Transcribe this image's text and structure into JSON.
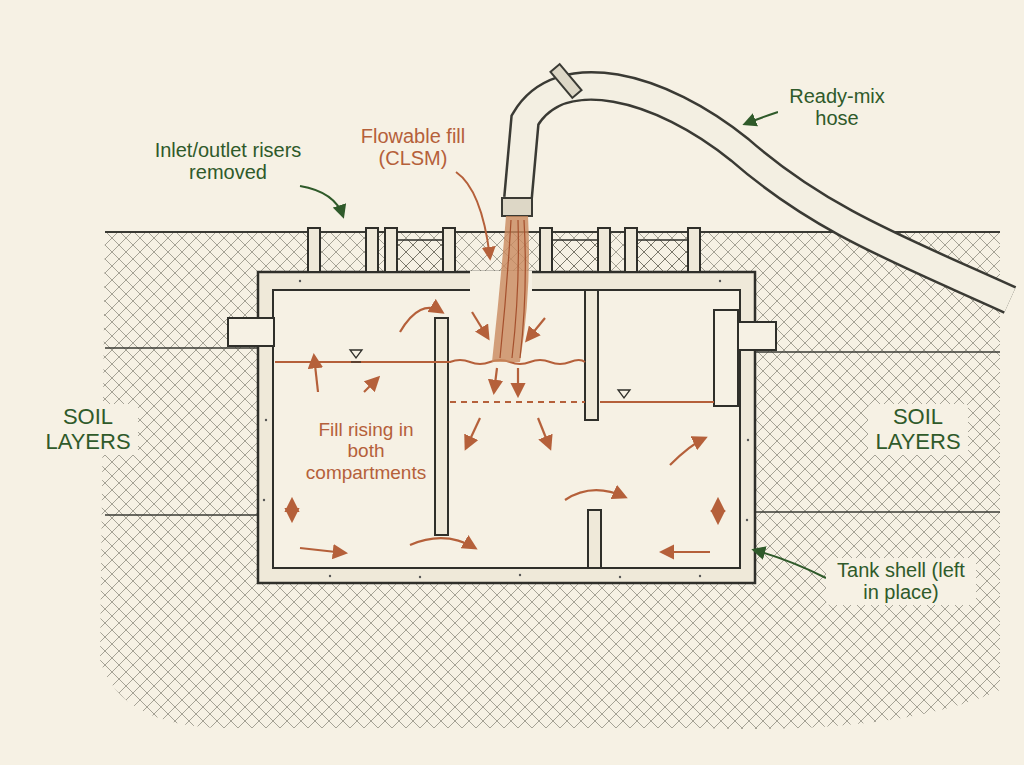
{
  "diagram": {
    "labels": [
      "Ready-mix hose",
      "Inlet/outlet risers removed",
      "Flowable fill (CLSM)",
      "Fill rising in both compartments",
      "SOIL LAYERS",
      "SOIL LAYERS",
      "Tank shell (left in place)"
    ]
  }
}
